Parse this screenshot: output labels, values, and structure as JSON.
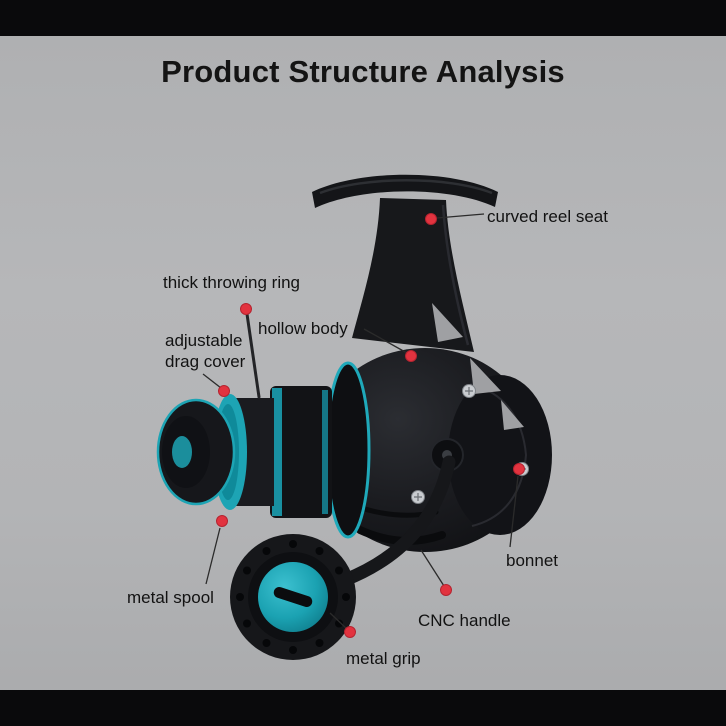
{
  "title": "Product Structure Analysis",
  "labels": {
    "curved_reel_seat": "curved reel seat",
    "thick_throwing_ring": "thick throwing ring",
    "hollow_body": "hollow body",
    "adjustable_drag_cover": "adjustable drag cover",
    "metal_spool": "metal spool",
    "metal_grip": "metal grip",
    "cnc_handle": "CNC handle",
    "bonnet": "bonnet"
  },
  "colors": {
    "background": "#b3b4b6",
    "letterbox_bar": "#0a0a0c",
    "callout_dot": "#e2333f",
    "callout_line": "#2b2b2b",
    "reel_black": "#16171a",
    "reel_teal": "#1ba2b2",
    "screw_silver": "#c9ccd0",
    "text": "#121212"
  }
}
